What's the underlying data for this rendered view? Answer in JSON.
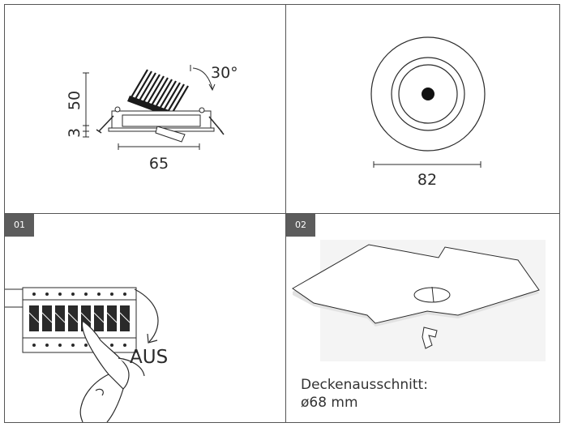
{
  "panels": {
    "side_view": {
      "dim_height_total": "50",
      "dim_height_trim": "3",
      "dim_width": "65",
      "tilt_angle": "30°"
    },
    "front_view": {
      "dim_diameter": "82"
    },
    "step_01": {
      "badge": "01",
      "switch_label": "AUS"
    },
    "step_02": {
      "badge": "02",
      "caption_line1": "Deckenausschnitt:",
      "caption_line2": "ø68 mm"
    }
  },
  "colors": {
    "line": "#2a2a2a",
    "badge_bg": "#5c5c5c",
    "plate_fill": "#f4f4f4"
  }
}
